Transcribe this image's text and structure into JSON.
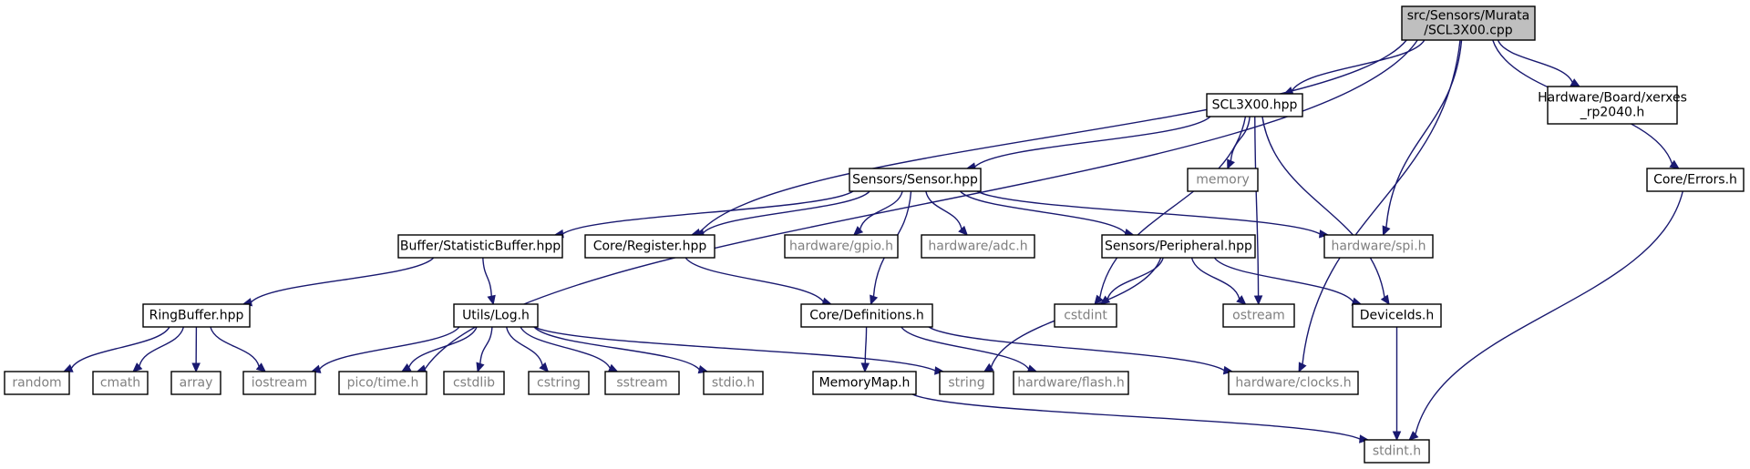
{
  "graph": {
    "colors": {
      "edge": "#191970",
      "root_fill": "#bfbfbf",
      "local_border": "#000000",
      "external_border": "#bfbfbf",
      "external_text": "#7f7f7f"
    },
    "nodes": [
      {
        "id": "root",
        "lines": [
          "src/Sensors/Murata",
          "/SCL3X00.cpp"
        ],
        "kind": "root"
      },
      {
        "id": "scl3x00_hpp",
        "lines": [
          "SCL3X00.hpp"
        ],
        "kind": "local"
      },
      {
        "id": "xerxes_rp2040",
        "lines": [
          "Hardware/Board/xerxes",
          "_rp2040.h"
        ],
        "kind": "local"
      },
      {
        "id": "core_errors",
        "lines": [
          "Core/Errors.h"
        ],
        "kind": "local"
      },
      {
        "id": "sensor_hpp",
        "lines": [
          "Sensors/Sensor.hpp"
        ],
        "kind": "local"
      },
      {
        "id": "memory",
        "lines": [
          "memory"
        ],
        "kind": "external"
      },
      {
        "id": "statistic_buffer",
        "lines": [
          "Buffer/StatisticBuffer.hpp"
        ],
        "kind": "local"
      },
      {
        "id": "core_register",
        "lines": [
          "Core/Register.hpp"
        ],
        "kind": "local"
      },
      {
        "id": "hardware_gpio",
        "lines": [
          "hardware/gpio.h"
        ],
        "kind": "external"
      },
      {
        "id": "hardware_adc",
        "lines": [
          "hardware/adc.h"
        ],
        "kind": "external"
      },
      {
        "id": "peripheral",
        "lines": [
          "Sensors/Peripheral.hpp"
        ],
        "kind": "local"
      },
      {
        "id": "hardware_spi",
        "lines": [
          "hardware/spi.h"
        ],
        "kind": "external"
      },
      {
        "id": "ringbuffer",
        "lines": [
          "RingBuffer.hpp"
        ],
        "kind": "local"
      },
      {
        "id": "utils_log",
        "lines": [
          "Utils/Log.h"
        ],
        "kind": "local"
      },
      {
        "id": "core_definitions",
        "lines": [
          "Core/Definitions.h"
        ],
        "kind": "local"
      },
      {
        "id": "cstdint",
        "lines": [
          "cstdint"
        ],
        "kind": "external"
      },
      {
        "id": "ostream",
        "lines": [
          "ostream"
        ],
        "kind": "external"
      },
      {
        "id": "deviceids",
        "lines": [
          "DeviceIds.h"
        ],
        "kind": "local"
      },
      {
        "id": "random",
        "lines": [
          "random"
        ],
        "kind": "external"
      },
      {
        "id": "cmath",
        "lines": [
          "cmath"
        ],
        "kind": "external"
      },
      {
        "id": "array",
        "lines": [
          "array"
        ],
        "kind": "external"
      },
      {
        "id": "iostream",
        "lines": [
          "iostream"
        ],
        "kind": "external"
      },
      {
        "id": "pico_time",
        "lines": [
          "pico/time.h"
        ],
        "kind": "external"
      },
      {
        "id": "cstdlib",
        "lines": [
          "cstdlib"
        ],
        "kind": "external"
      },
      {
        "id": "cstring",
        "lines": [
          "cstring"
        ],
        "kind": "external"
      },
      {
        "id": "sstream",
        "lines": [
          "sstream"
        ],
        "kind": "external"
      },
      {
        "id": "stdio",
        "lines": [
          "stdio.h"
        ],
        "kind": "external"
      },
      {
        "id": "memorymap",
        "lines": [
          "MemoryMap.h"
        ],
        "kind": "local"
      },
      {
        "id": "string",
        "lines": [
          "string"
        ],
        "kind": "external"
      },
      {
        "id": "hardware_flash",
        "lines": [
          "hardware/flash.h"
        ],
        "kind": "external"
      },
      {
        "id": "hardware_clocks",
        "lines": [
          "hardware/clocks.h"
        ],
        "kind": "external"
      },
      {
        "id": "stdint",
        "lines": [
          "stdint.h"
        ],
        "kind": "external"
      }
    ],
    "edges": [
      [
        "root",
        "scl3x00_hpp"
      ],
      [
        "root",
        "xerxes_rp2040"
      ],
      [
        "root",
        "core_errors"
      ],
      [
        "root",
        "hardware_spi"
      ],
      [
        "root",
        "hardware_clocks"
      ],
      [
        "root",
        "core_register"
      ],
      [
        "root",
        "pico_time"
      ],
      [
        "scl3x00_hpp",
        "sensor_hpp"
      ],
      [
        "scl3x00_hpp",
        "memory"
      ],
      [
        "scl3x00_hpp",
        "cstdint"
      ],
      [
        "scl3x00_hpp",
        "ostream"
      ],
      [
        "scl3x00_hpp",
        "deviceids"
      ],
      [
        "core_errors",
        "stdint"
      ],
      [
        "sensor_hpp",
        "statistic_buffer"
      ],
      [
        "sensor_hpp",
        "core_register"
      ],
      [
        "sensor_hpp",
        "hardware_gpio"
      ],
      [
        "sensor_hpp",
        "hardware_adc"
      ],
      [
        "sensor_hpp",
        "peripheral"
      ],
      [
        "sensor_hpp",
        "hardware_spi"
      ],
      [
        "sensor_hpp",
        "core_definitions"
      ],
      [
        "statistic_buffer",
        "ringbuffer"
      ],
      [
        "statistic_buffer",
        "utils_log"
      ],
      [
        "core_register",
        "core_definitions"
      ],
      [
        "peripheral",
        "cstdint"
      ],
      [
        "peripheral",
        "ostream"
      ],
      [
        "peripheral",
        "deviceids"
      ],
      [
        "peripheral",
        "string"
      ],
      [
        "ringbuffer",
        "random"
      ],
      [
        "ringbuffer",
        "cmath"
      ],
      [
        "ringbuffer",
        "array"
      ],
      [
        "ringbuffer",
        "iostream"
      ],
      [
        "utils_log",
        "iostream"
      ],
      [
        "utils_log",
        "pico_time"
      ],
      [
        "utils_log",
        "cstdlib"
      ],
      [
        "utils_log",
        "cstring"
      ],
      [
        "utils_log",
        "sstream"
      ],
      [
        "utils_log",
        "stdio"
      ],
      [
        "utils_log",
        "string"
      ],
      [
        "core_definitions",
        "memorymap"
      ],
      [
        "core_definitions",
        "hardware_flash"
      ],
      [
        "core_definitions",
        "hardware_clocks"
      ],
      [
        "deviceids",
        "stdint"
      ],
      [
        "memorymap",
        "stdint"
      ]
    ]
  }
}
